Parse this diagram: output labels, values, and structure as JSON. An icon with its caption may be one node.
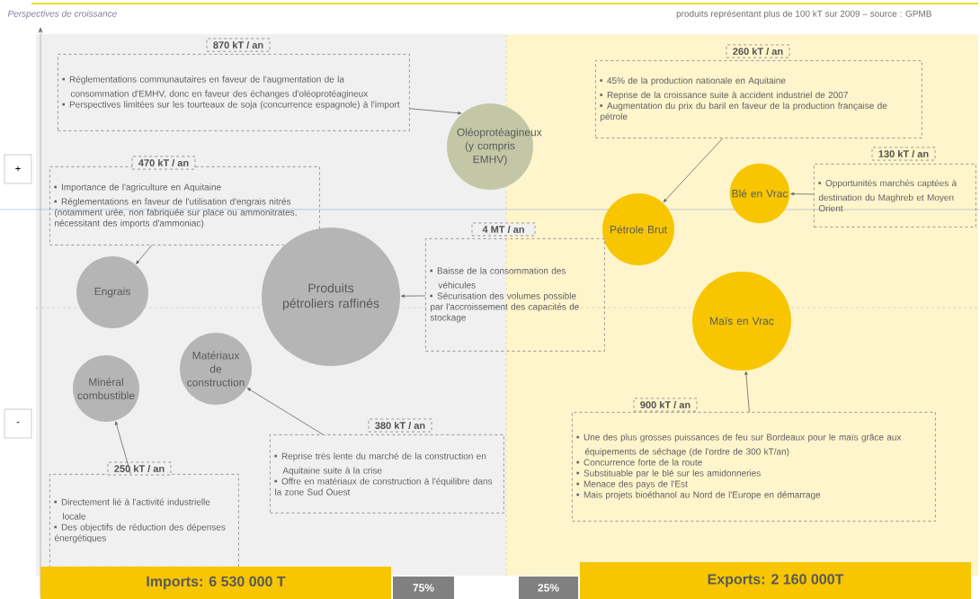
{
  "diagram": {
    "nodes": [
      {
        "text": [
          "+"
        ]
      },
      {
        "text": [
          "-"
        ]
      },
      {
        "text": [
          "870 kT / an",
          "Réglementations communautaires en faveur de l'augmentation de la consommation d'EMHV, donc en faveur des échanges d'oléoprotéagineux",
          "Perspectives limitées sur les tourteaux de soja (concurrence espagnole) à l'import"
        ]
      },
      {
        "text": [
          "Oléoprotéagineux (y compris EMHV)"
        ]
      },
      {
        "text": [
          "260 kT / an",
          "45% de la production nationale en Aquitaine",
          "Reprise de la croissance suite à accident industriel de 2007",
          "Augmentation du prix du baril en faveur de la production française de pétrole"
        ]
      },
      {
        "text": [
          "130 kT / an",
          "Opportunités marchés captées à destination du Maghreb et Moyen Orient"
        ]
      },
      {
        "text": [
          "470 kT / an",
          "Importance de l'agriculture en Aquitaine",
          "Réglementations en faveur de l'utilisation d'engrais nitrés (notamment urée, non fabriquée sur place ou ammonitrates, nécessitant des imports d'ammoniac)"
        ]
      },
      {
        "text": [
          "Blé en Vrac"
        ]
      },
      {
        "text": [
          "Pétrole Brut"
        ]
      },
      {
        "text": [
          "4 MT / an",
          "Baisse de la consommation des véhicules",
          "Sécurisation des volumes possible par l'accroissement des capacités de stockage"
        ]
      },
      {
        "text": [
          "Engrais"
        ]
      },
      {
        "text": [
          "Produits pétroliers raffinés"
        ]
      },
      {
        "text": [
          "Maïs en Vrac"
        ]
      },
      {
        "text": [
          "Minéral combustible"
        ]
      },
      {
        "text": [
          "Matériaux de construction"
        ]
      },
      {
        "text": [
          "380 kT / an",
          "Reprise très lente du marché de la construction en Aquitaine suite à la crise",
          "Offre en matériaux de construction à l'équilibre dans la zone Sud Ouest"
        ]
      },
      {
        "text": [
          "900 kT / an",
          "Une des plus grosses puissances de feu sur Bordeaux pour le maïs grâce aux équipements de séchage (de l'ordre de 300 kT/an)",
          "Concurrence forte de la route",
          "Substituable par le blé sur les amidonneries",
          "Menace des pays de l'Est",
          "Mais projets bioéthanol au Nord de l'Europe en démarrage"
        ]
      },
      {
        "text": [
          "250 kT / an",
          "Directement lié à l'activité industrielle locale",
          "Des objectifs de réduction des dépenses énergétiques"
        ]
      },
      {
        "text": [
          "Imports: 6 530 000 T"
        ]
      },
      {
        "text": [
          "75%"
        ]
      },
      {
        "text": [
          "25%"
        ]
      },
      {
        "text": [
          "Exports: 2 160 000T"
        ]
      }
    ],
    "edges": [
      {
        "from": 2,
        "to": 3,
        "arrow": "to"
      },
      {
        "from": 4,
        "to": 8,
        "arrow": "to"
      },
      {
        "from": 5,
        "to": 7,
        "arrow": "to"
      },
      {
        "from": 6,
        "to": 10,
        "arrow": "to"
      },
      {
        "from": 9,
        "to": 11,
        "arrow": "to"
      },
      {
        "from": 16,
        "to": 12,
        "arrow": "to"
      },
      {
        "from": 15,
        "to": 14,
        "arrow": "to"
      },
      {
        "from": 17,
        "to": 13,
        "arrow": "to"
      }
    ],
    "labels": [
      "Perspectives de croissance",
      "produits représentant plus de 100 kT sur 2009 – source : GPMB"
    ]
  }
}
